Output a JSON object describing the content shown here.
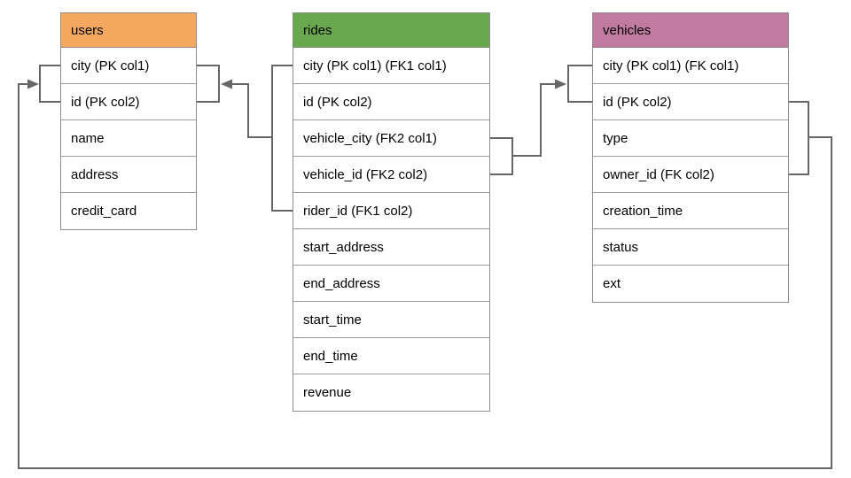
{
  "colors": {
    "connector": "#666666",
    "table_border": "#8d8d8d",
    "users_header_bg": "#f4a75f",
    "rides_header_bg": "#6aa84f",
    "vehicles_header_bg": "#c27ba0"
  },
  "tables": {
    "users": {
      "title": "users",
      "rows": [
        "city (PK col1)",
        "id (PK col2)",
        "name",
        "address",
        "credit_card"
      ]
    },
    "rides": {
      "title": "rides",
      "rows": [
        "city (PK col1) (FK1 col1)",
        "id (PK col2)",
        "vehicle_city (FK2 col1)",
        "vehicle_id (FK2 col2)",
        "rider_id (FK1 col2)",
        "start_address",
        "end_address",
        "start_time",
        "end_time",
        "revenue"
      ]
    },
    "vehicles": {
      "title": "vehicles",
      "rows": [
        "city (PK col1) (FK col1)",
        "id (PK col2)",
        "type",
        "owner_id (FK col2)",
        "creation_time",
        "status",
        "ext"
      ]
    }
  },
  "relationships": [
    {
      "name": "FK1",
      "from": "rides (city, rider_id)",
      "to": "users (city, id)"
    },
    {
      "name": "FK2",
      "from": "rides (vehicle_city, vehicle_id)",
      "to": "vehicles (city, id)"
    },
    {
      "name": "FK",
      "from": "vehicles (city, owner_id)",
      "to": "users (city, id)"
    }
  ]
}
